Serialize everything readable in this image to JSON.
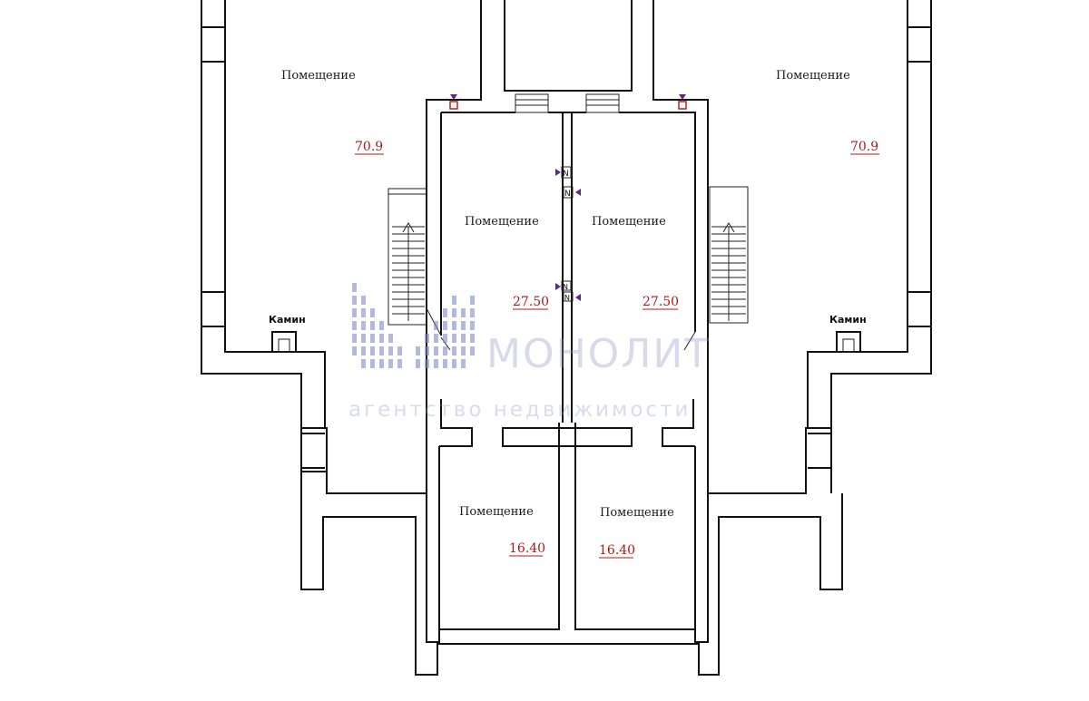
{
  "rooms": [
    {
      "label": "Помещение",
      "area": "70.9"
    },
    {
      "label": "Помещение",
      "area": "70.9"
    },
    {
      "label": "Помещение",
      "area": "27.50"
    },
    {
      "label": "Помещение",
      "area": "27.50"
    },
    {
      "label": "Помещение",
      "area": "16.40"
    },
    {
      "label": "Помещение",
      "area": "16.40"
    }
  ],
  "fireplaces": [
    "Камин",
    "Камин"
  ],
  "meters": [
    "N",
    "N",
    "N",
    "N"
  ],
  "watermark": {
    "title": "МОНОЛИТ",
    "subtitle": "агентство недвижимости",
    "color": "#7f8dc6"
  },
  "colors": {
    "area_text": "#b01818",
    "walls": "#111111",
    "marker": "#5a2a8a",
    "sensor": "#c02020"
  }
}
